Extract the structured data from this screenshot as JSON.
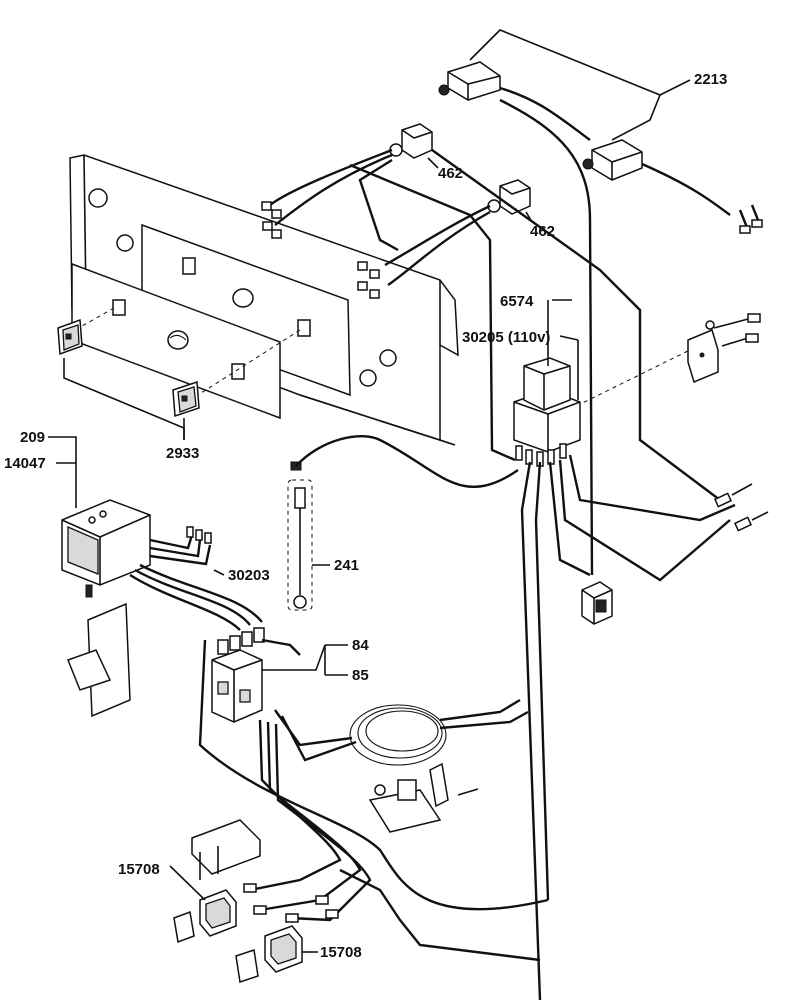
{
  "labels": {
    "l2213": "2213",
    "l462a": "462",
    "l462b": "462",
    "l6574": "6574",
    "l30205": "30205 (110v)",
    "l209": "209",
    "l14047": "14047",
    "l2933": "2933",
    "l30203": "30203",
    "l241": "241",
    "l84": "84",
    "l85": "85",
    "l15708a": "15708",
    "l15708b": "15708"
  }
}
